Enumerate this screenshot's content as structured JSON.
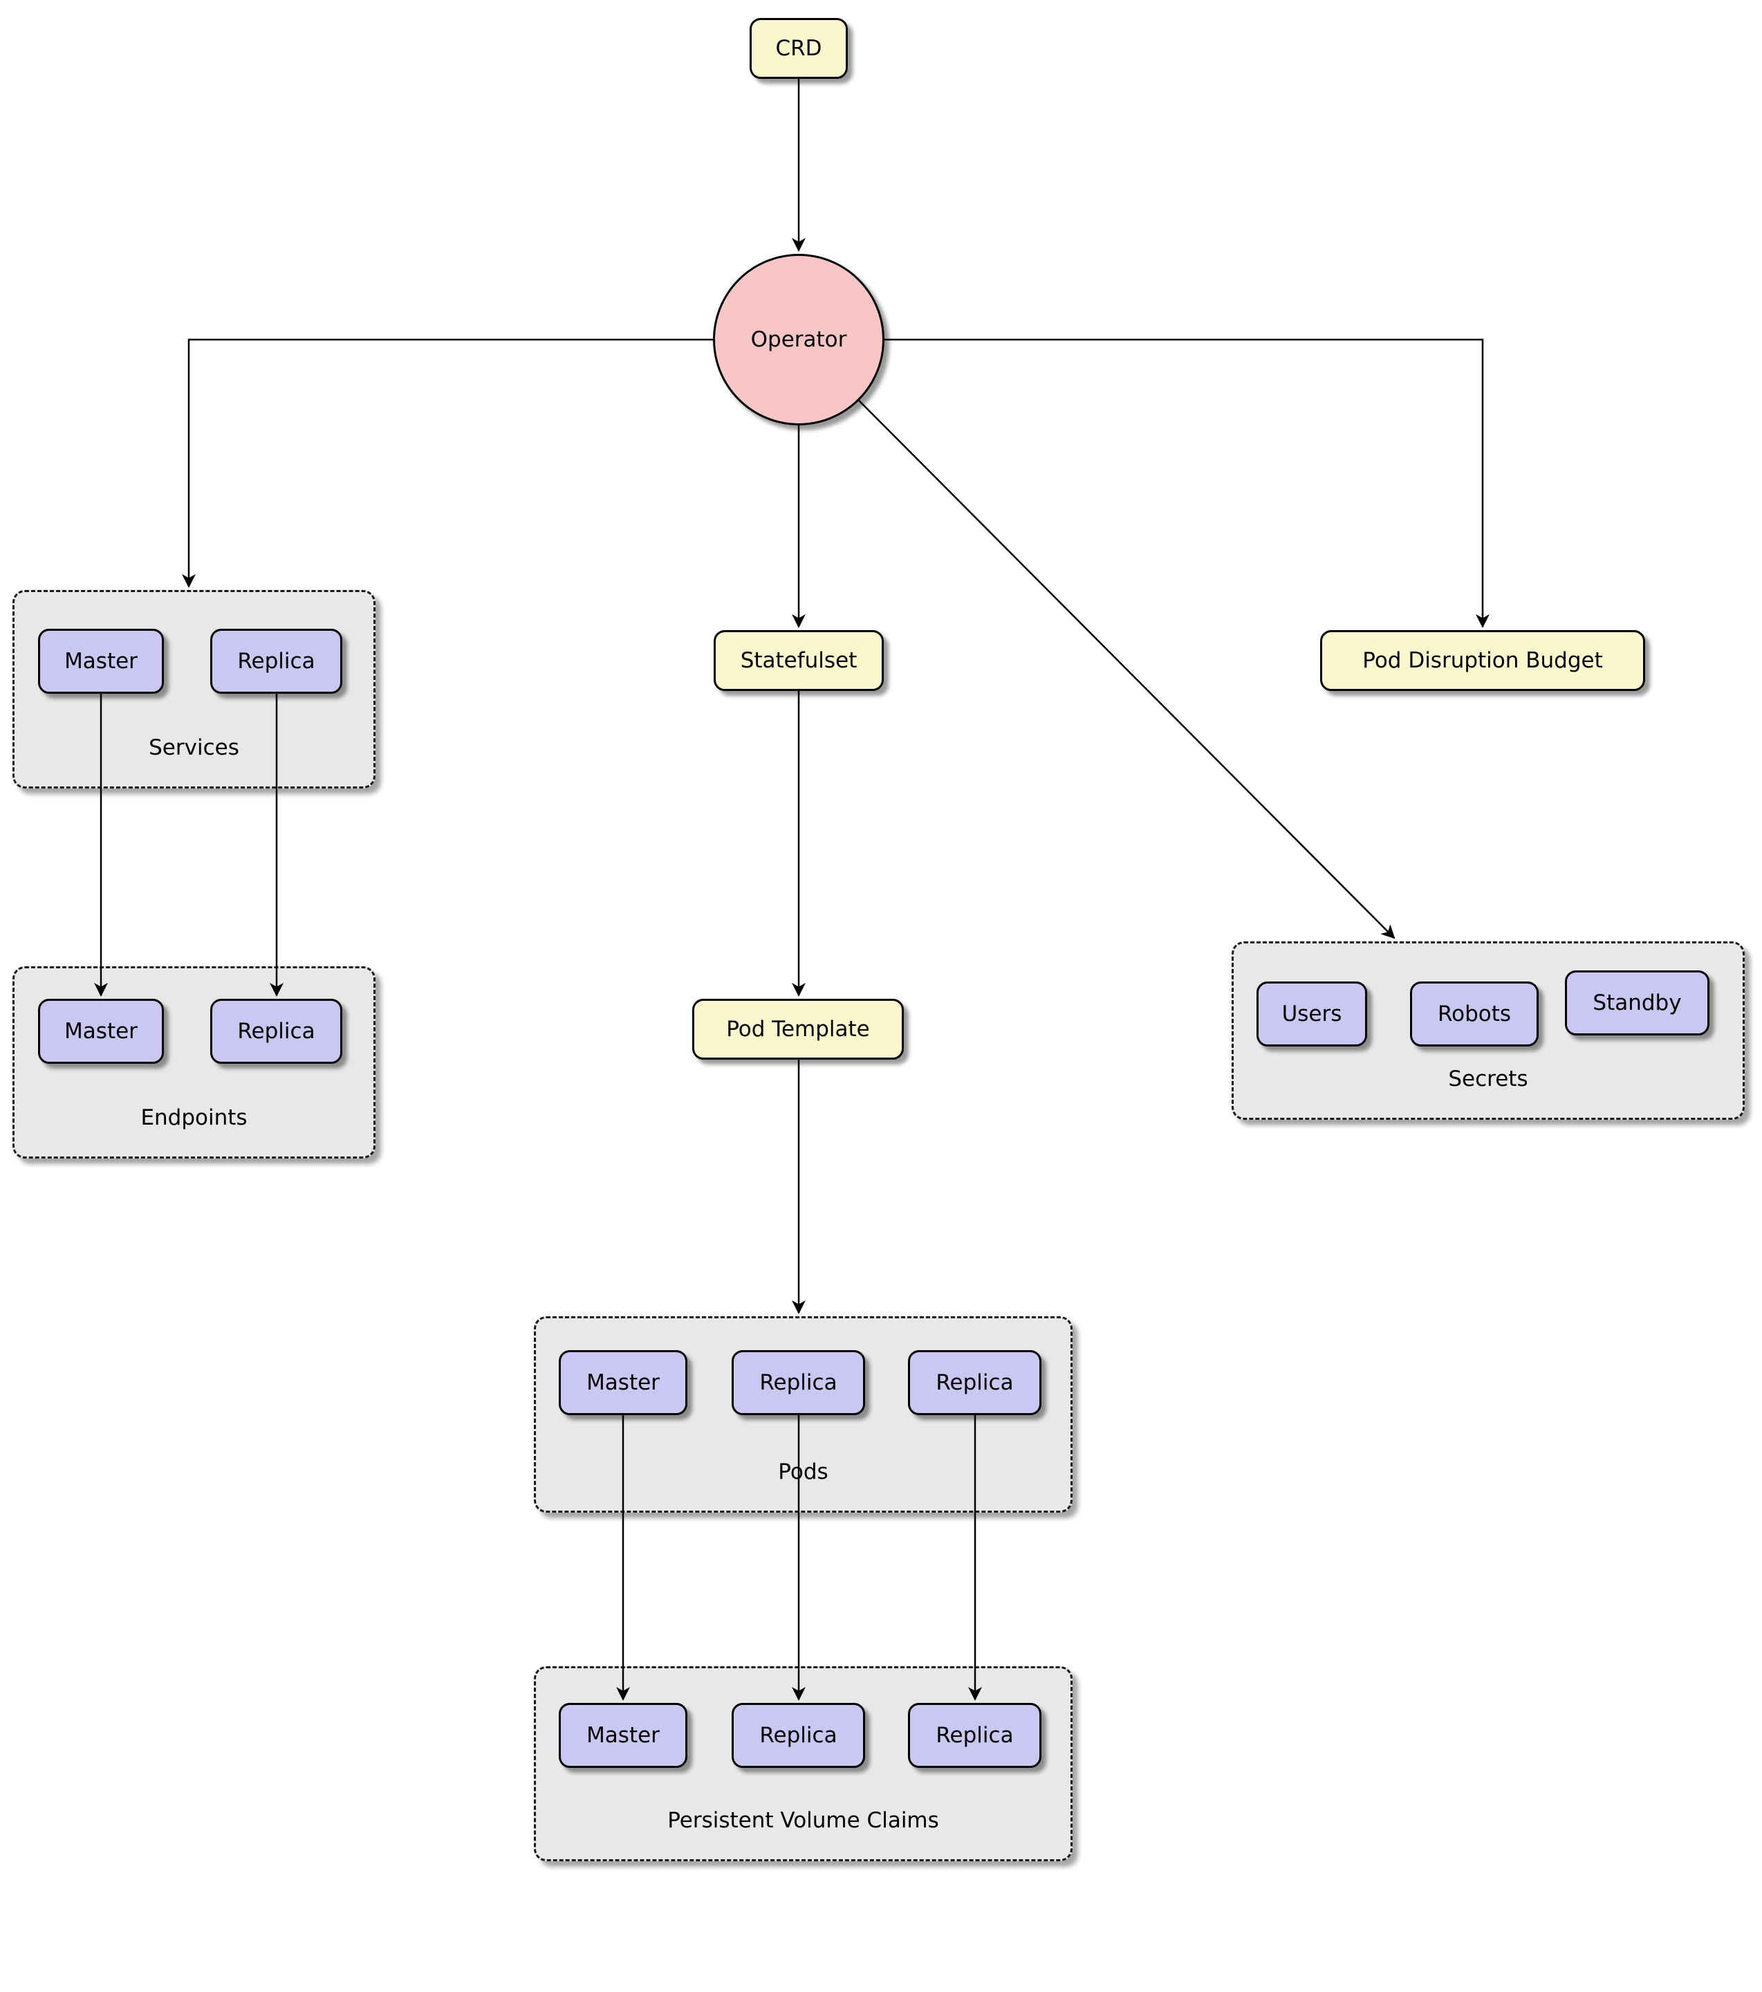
{
  "diagram": {
    "nodes": {
      "crd": "CRD",
      "operator": "Operator",
      "statefulset": "Statefulset",
      "pod_template": "Pod Template",
      "pod_disruption_budget": "Pod Disruption Budget"
    },
    "groups": {
      "services": {
        "label": "Services",
        "items": [
          "Master",
          "Replica"
        ]
      },
      "endpoints": {
        "label": "Endpoints",
        "items": [
          "Master",
          "Replica"
        ]
      },
      "pods": {
        "label": "Pods",
        "items": [
          "Master",
          "Replica",
          "Replica"
        ]
      },
      "persistent_volume_claims": {
        "label": "Persistent Volume Claims",
        "items": [
          "Master",
          "Replica",
          "Replica"
        ]
      },
      "secrets": {
        "label": "Secrets",
        "items": [
          "Users",
          "Robots",
          "Standby"
        ]
      }
    },
    "colors": {
      "node_fill": "#FCF8CE",
      "operator_fill": "#F9C6C6",
      "item_fill": "#CBC7F3",
      "group_fill": "#E8E8E8",
      "line": "#000000"
    }
  }
}
